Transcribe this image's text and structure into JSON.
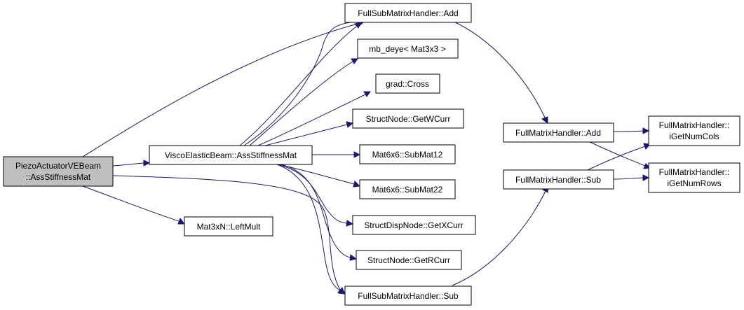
{
  "nodes": {
    "root": [
      "PiezoActuatorVEBeam",
      "::AssStiffnessMat"
    ],
    "visco": [
      "ViscoElasticBeam::AssStiffnessMat"
    ],
    "leftmult": [
      "Mat3xN::LeftMult"
    ],
    "fsm_add": [
      "FullSubMatrixHandler::Add"
    ],
    "deye": [
      "mb_deye< Mat3x3 >"
    ],
    "cross": [
      "grad::Cross"
    ],
    "wcurr": [
      "StructNode::GetWCurr"
    ],
    "submat12": [
      "Mat6x6::SubMat12"
    ],
    "submat22": [
      "Mat6x6::SubMat22"
    ],
    "xcurr": [
      "StructDispNode::GetXCurr"
    ],
    "rcurr": [
      "StructNode::GetRCurr"
    ],
    "fsm_sub": [
      "FullSubMatrixHandler::Sub"
    ],
    "fm_add": [
      "FullMatrixHandler::Add"
    ],
    "fm_sub": [
      "FullMatrixHandler::Sub"
    ],
    "ncols": [
      "FullMatrixHandler::",
      "iGetNumCols"
    ],
    "nrows": [
      "FullMatrixHandler::",
      "iGetNumRows"
    ]
  },
  "colors": {
    "edge": "#191970",
    "root_fill": "#bfbfbf",
    "node_fill": "#ffffff",
    "node_stroke": "#000000"
  }
}
